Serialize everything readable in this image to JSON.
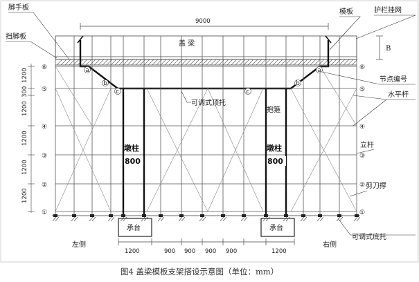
{
  "labels": {
    "kick_board": "脚手板",
    "toe_board": "挡脚板",
    "formwork": "模板",
    "guard_net": "护栏挂网",
    "cap_beam": "盖        梁",
    "dim_b": "B",
    "span_total": "9000",
    "node_number": "节点编号",
    "horizontal_bar": "水平杆",
    "adjustable_top": "可调式顶托",
    "hoop": "抱箍",
    "pier_column": "墩柱",
    "pier_size": "800",
    "upright": "立杆",
    "scissor_brace": "剪刀撑",
    "pile_cap": "承台",
    "left_side": "左侧",
    "right_side": "右侧",
    "adjustable_base": "可调式底托"
  },
  "vertical_dims": [
    "1200",
    "300",
    "1200",
    "1200",
    "1200",
    "1200"
  ],
  "node_numbers": [
    "⑥",
    "⑤",
    "④",
    "③",
    "②",
    "①"
  ],
  "node_letters": [
    "a",
    "b",
    "c"
  ],
  "bottom_dims": [
    "1200",
    "900",
    "900",
    "900",
    "900",
    "1200"
  ],
  "caption": "图4    盖梁模板支架搭设示意图（单位：mm）"
}
